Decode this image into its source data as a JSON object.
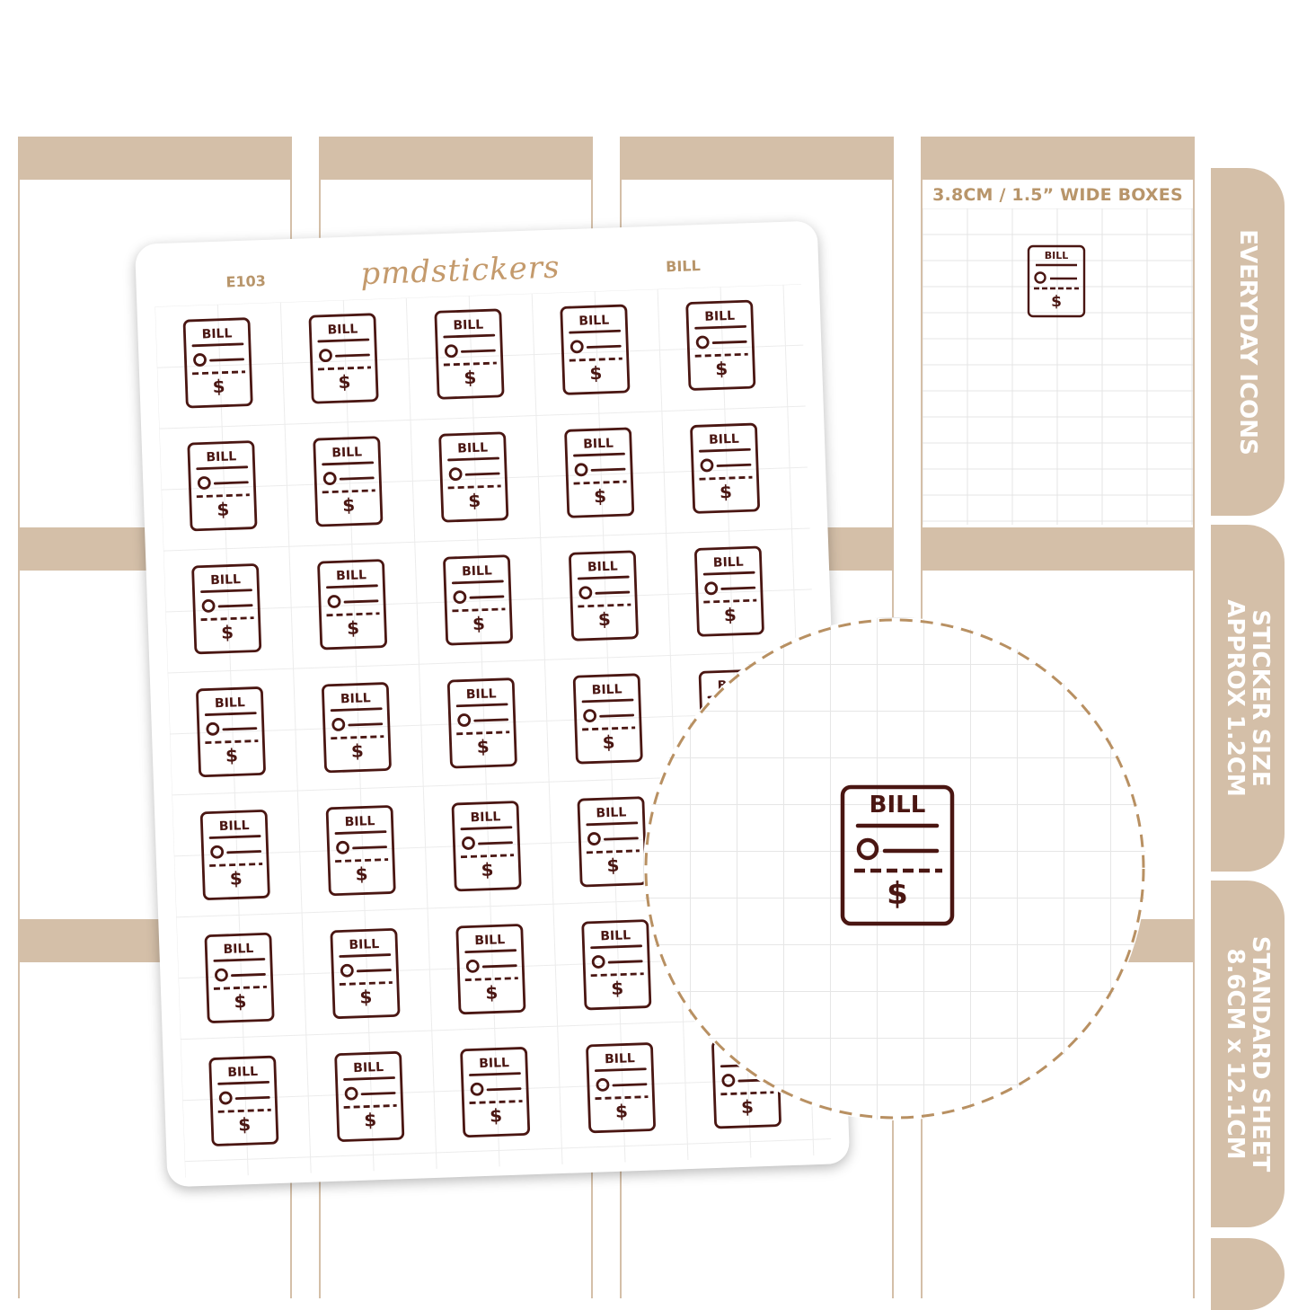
{
  "sheet": {
    "code": "E103",
    "brand": "pmdstickers",
    "name": "BILL",
    "rows": 7,
    "cols": 5
  },
  "sticker": {
    "label": "BILL",
    "symbol": "$",
    "stroke_color": "#4a1612",
    "icon": "bill-document-icon"
  },
  "boxes_caption": "3.8CM / 1.5” WIDE BOXES",
  "tabs": [
    {
      "lines": [
        "EVERYDAY ICONS"
      ]
    },
    {
      "lines": [
        "STICKER SIZE",
        "APPROX 1.2CM"
      ]
    },
    {
      "lines": [
        "STANDARD SHEET",
        "8.6CM x 12.1CM"
      ]
    }
  ],
  "colors": {
    "tan": "#d4bfa8",
    "gold": "#b8956a",
    "ink": "#4a1612"
  }
}
